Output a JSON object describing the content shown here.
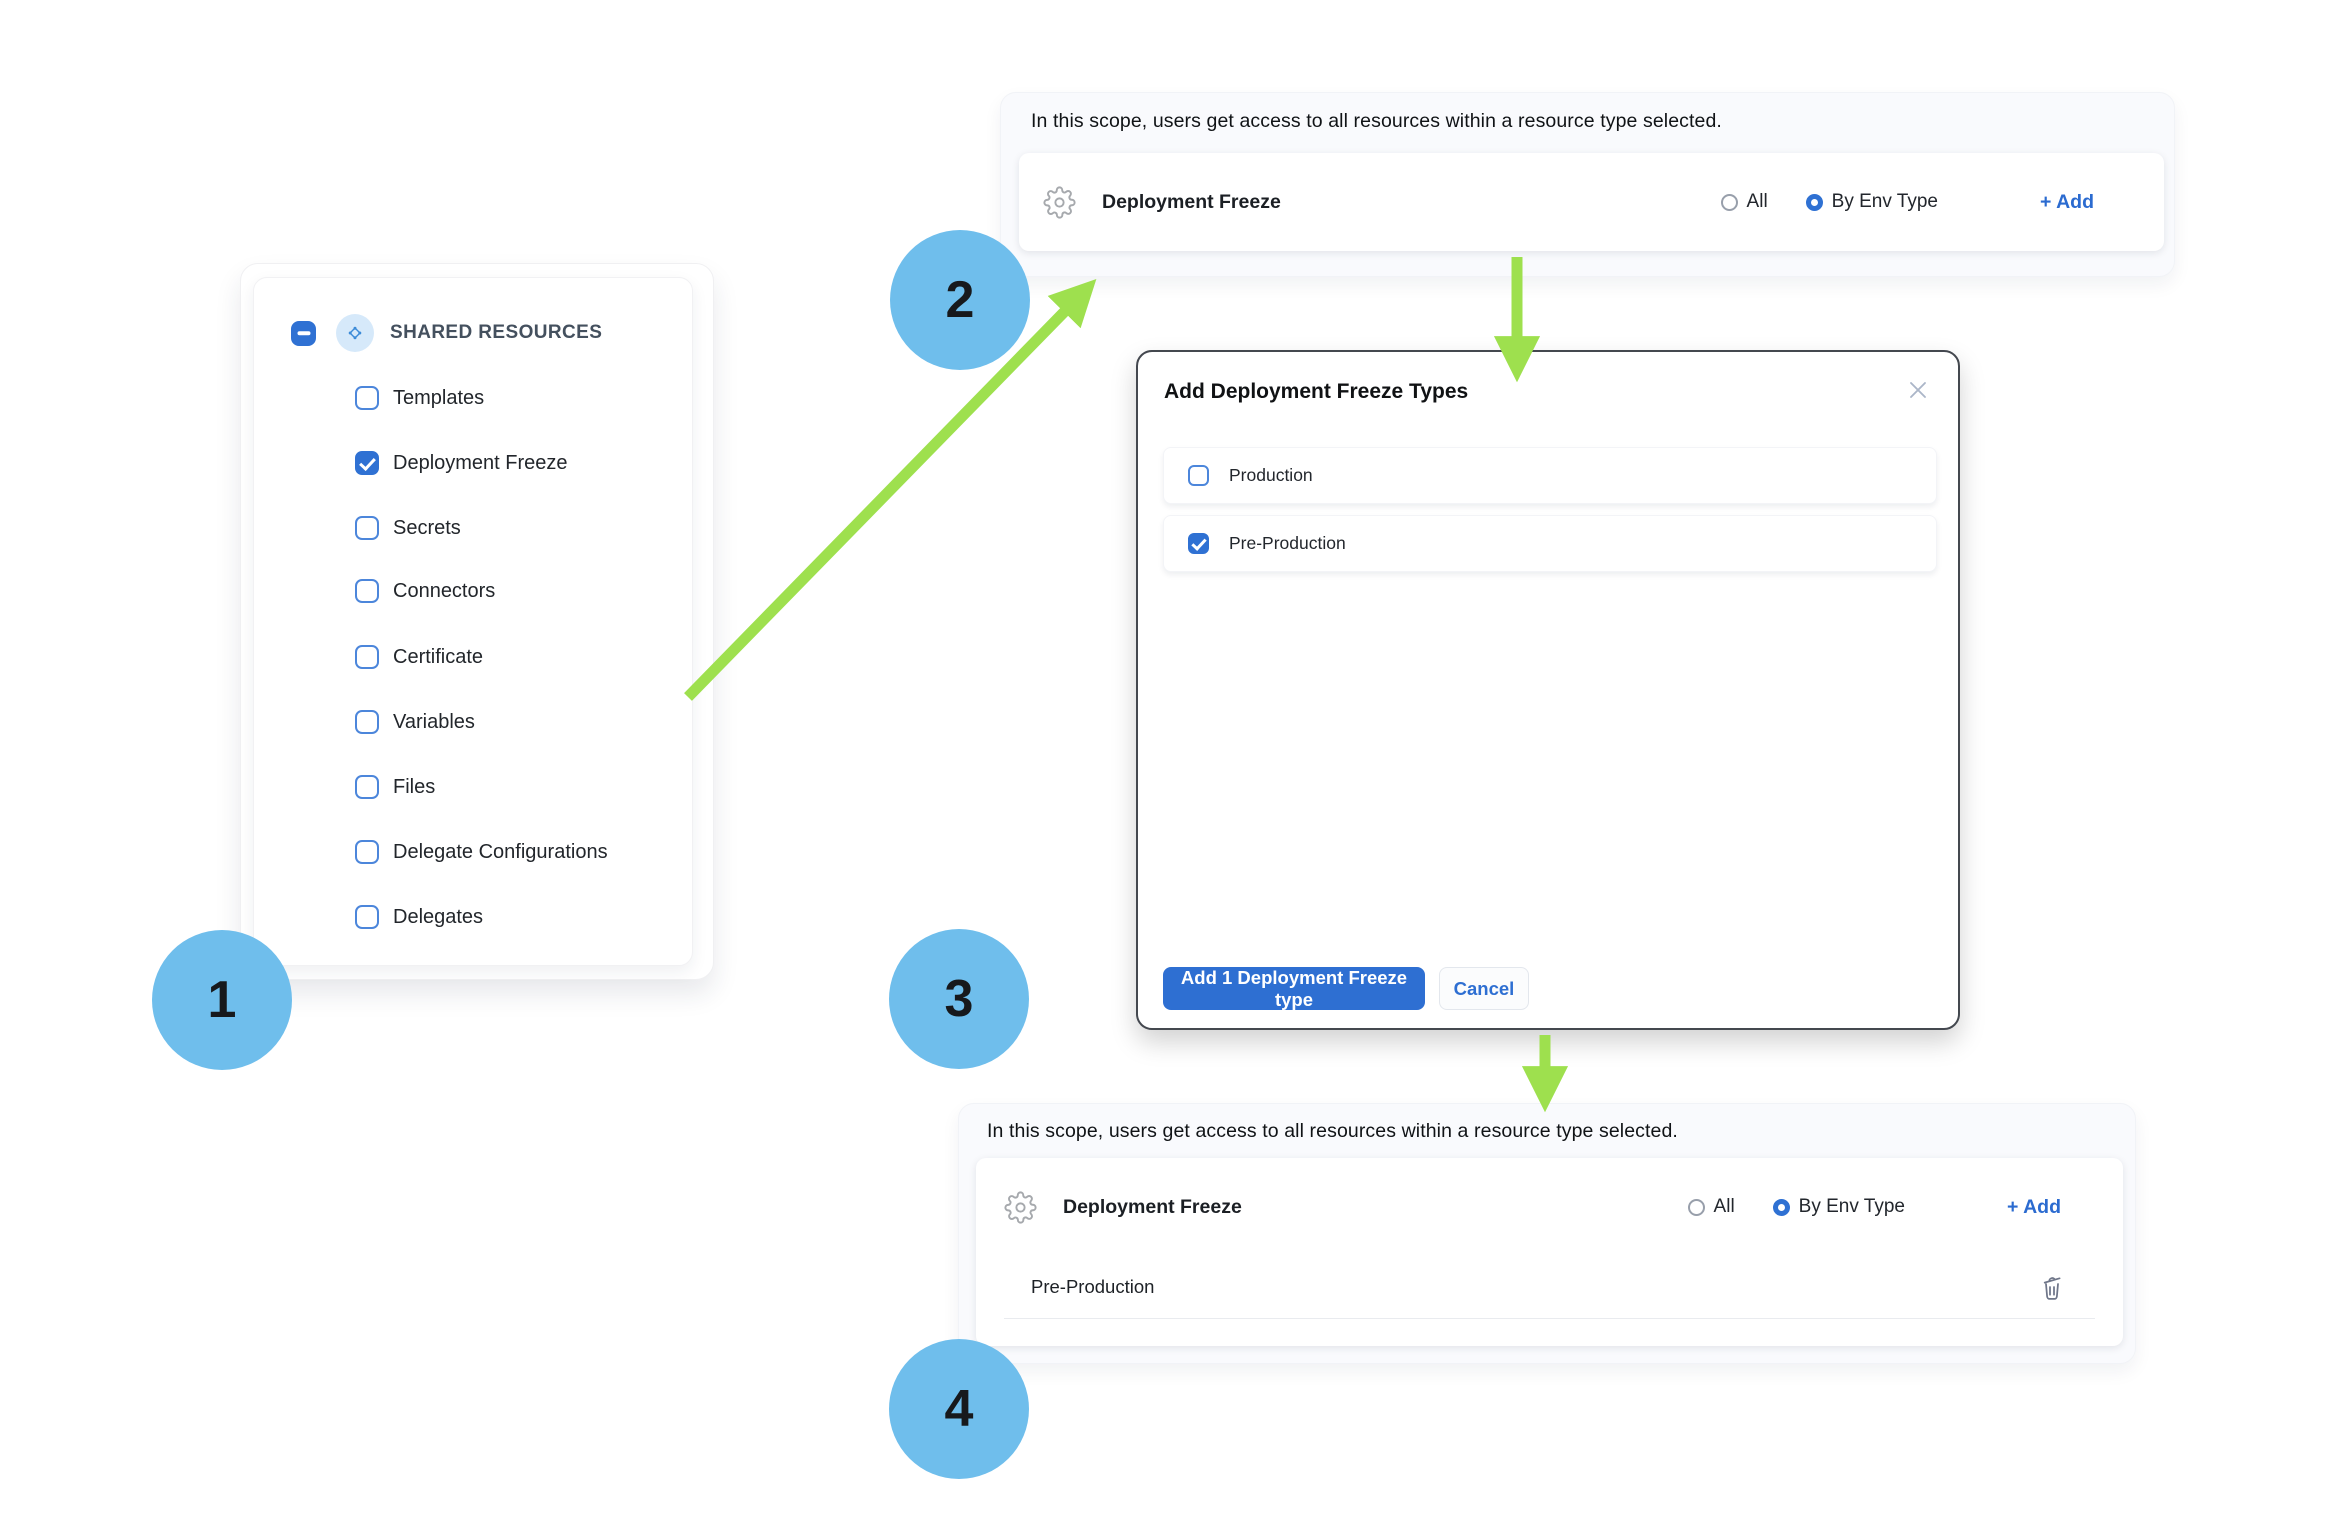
{
  "colors": {
    "accent_blue": "#2F71D3",
    "link_blue": "#2B6BD0",
    "checkbox_border_blue": "#4C86DB",
    "step_circle_blue": "#6FBEEC",
    "arrow_green": "#9EE04E",
    "panel_bg": "#F9FAFD",
    "modal_border": "#44484F"
  },
  "icons": [
    "minus-checkbox-icon",
    "shared-resources-icon",
    "gear-icon",
    "close-icon",
    "trash-icon",
    "arrow-icon",
    "checkmark-icon"
  ],
  "steps": [
    {
      "number": "1"
    },
    {
      "number": "2"
    },
    {
      "number": "3"
    },
    {
      "number": "4"
    }
  ],
  "sidebar_panel": {
    "header_label": "SHARED RESOURCES",
    "header_checkbox_state": "indeterminate",
    "items": [
      {
        "label": "Templates",
        "checked": false
      },
      {
        "label": "Deployment Freeze",
        "checked": true
      },
      {
        "label": "Secrets",
        "checked": false
      },
      {
        "label": "Connectors",
        "checked": false
      },
      {
        "label": "Certificate",
        "checked": false
      },
      {
        "label": "Variables",
        "checked": false
      },
      {
        "label": "Files",
        "checked": false
      },
      {
        "label": "Delegate Configurations",
        "checked": false
      },
      {
        "label": "Delegates",
        "checked": false
      }
    ]
  },
  "scope_panel_top": {
    "description": "In this scope, users get access to all resources within a resource type selected.",
    "row": {
      "label": "Deployment Freeze",
      "radio_all_label": "All",
      "radio_all_selected": false,
      "radio_env_label": "By Env Type",
      "radio_env_selected": true,
      "add_label": "+ Add"
    }
  },
  "modal": {
    "title": "Add Deployment Freeze Types",
    "options": [
      {
        "label": "Production",
        "checked": false
      },
      {
        "label": "Pre-Production",
        "checked": true
      }
    ],
    "primary_button_label": "Add 1 Deployment Freeze type",
    "cancel_button_label": "Cancel"
  },
  "scope_panel_bottom": {
    "description": "In this scope, users get access to all resources within a resource type selected.",
    "row": {
      "label": "Deployment Freeze",
      "radio_all_label": "All",
      "radio_all_selected": false,
      "radio_env_label": "By Env Type",
      "radio_env_selected": true,
      "add_label": "+ Add"
    },
    "selected_item_label": "Pre-Production"
  }
}
